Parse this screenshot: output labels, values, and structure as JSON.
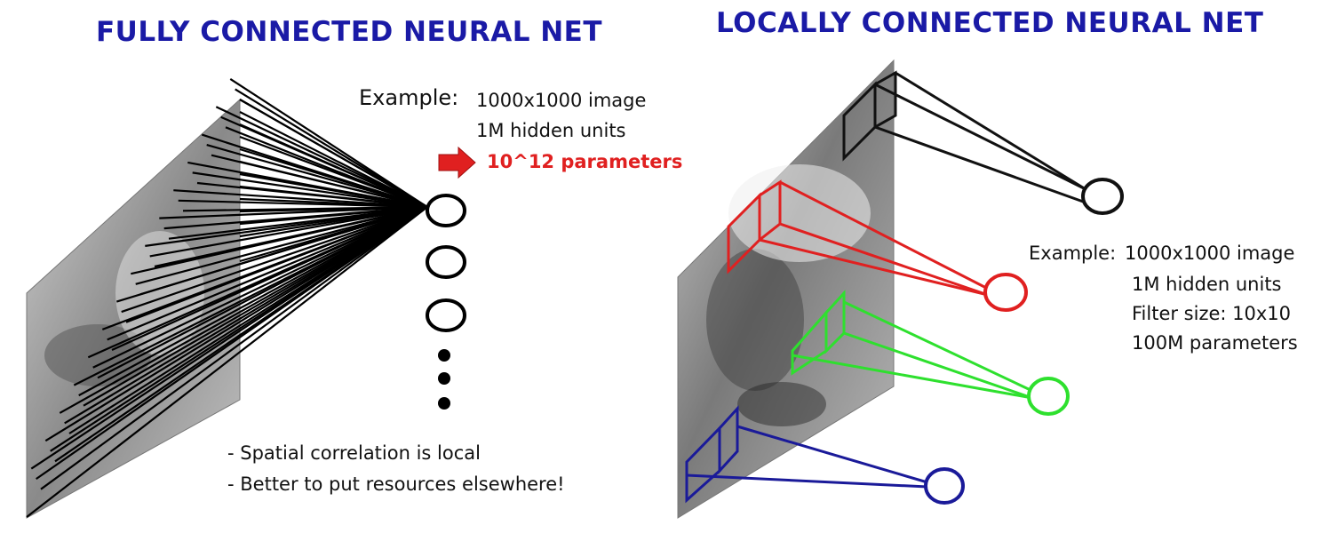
{
  "colors": {
    "title": "#1a1aa6",
    "text": "#111111",
    "highlight": "#e02020",
    "filter_red": "#e02020",
    "filter_green": "#2ee02e",
    "filter_blue": "#1a1a99",
    "filter_black": "#111111",
    "photo_gray": "#9a9a9a"
  },
  "left_panel": {
    "title": "FULLY CONNECTED NEURAL NET",
    "example_label": "Example:",
    "example_lines": [
      "1000x1000 image",
      "1M hidden units"
    ],
    "highlight_text": "10^12 parameters",
    "highlight_icon": "arrow-right-icon",
    "notes": [
      "- Spatial correlation is local",
      "- Better to put resources elsewhere!"
    ]
  },
  "right_panel": {
    "title": "LOCALLY CONNECTED NEURAL NET",
    "example_label": "Example:",
    "example_lines": [
      "1000x1000 image",
      "1M hidden units",
      "Filter size: 10x10",
      "100M parameters"
    ]
  }
}
